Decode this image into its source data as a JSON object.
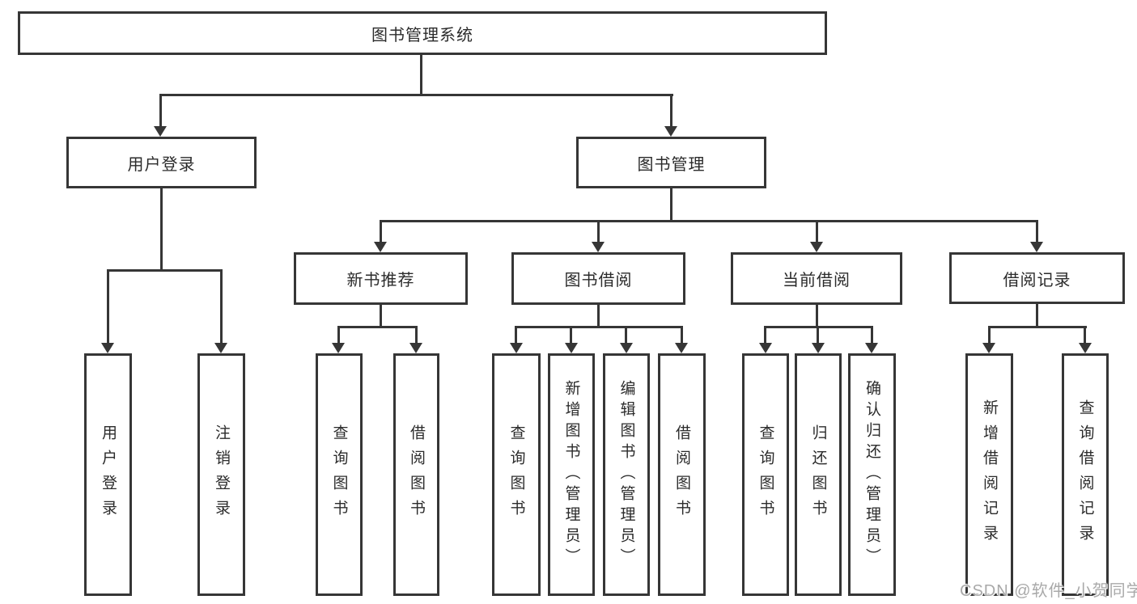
{
  "colors": {
    "background": "#ffffff",
    "line": "#363636",
    "box_border": "#363636",
    "box_fill": "#ffffff",
    "text": "#2b2b2b",
    "watermark": "#a9a9a9"
  },
  "watermark": {
    "text": "CSDN @软件_小贺同学"
  },
  "tree": {
    "label": "图书管理系统",
    "children": [
      {
        "label": "用户登录",
        "children": [
          {
            "label": "用户登录"
          },
          {
            "label": "注销登录"
          }
        ]
      },
      {
        "label": "图书管理",
        "children": [
          {
            "label": "新书推荐",
            "children": [
              {
                "label": "查询图书"
              },
              {
                "label": "借阅图书"
              }
            ]
          },
          {
            "label": "图书借阅",
            "children": [
              {
                "label": "查询图书"
              },
              {
                "label": "新增图书（管理员）"
              },
              {
                "label": "编辑图书（管理员）"
              },
              {
                "label": "借阅图书"
              }
            ]
          },
          {
            "label": "当前借阅",
            "children": [
              {
                "label": "查询图书"
              },
              {
                "label": "归还图书"
              },
              {
                "label": "确认归还（管理员）"
              }
            ]
          },
          {
            "label": "借阅记录",
            "children": [
              {
                "label": "新增借阅记录"
              },
              {
                "label": "查询借阅记录"
              }
            ]
          }
        ]
      }
    ]
  }
}
